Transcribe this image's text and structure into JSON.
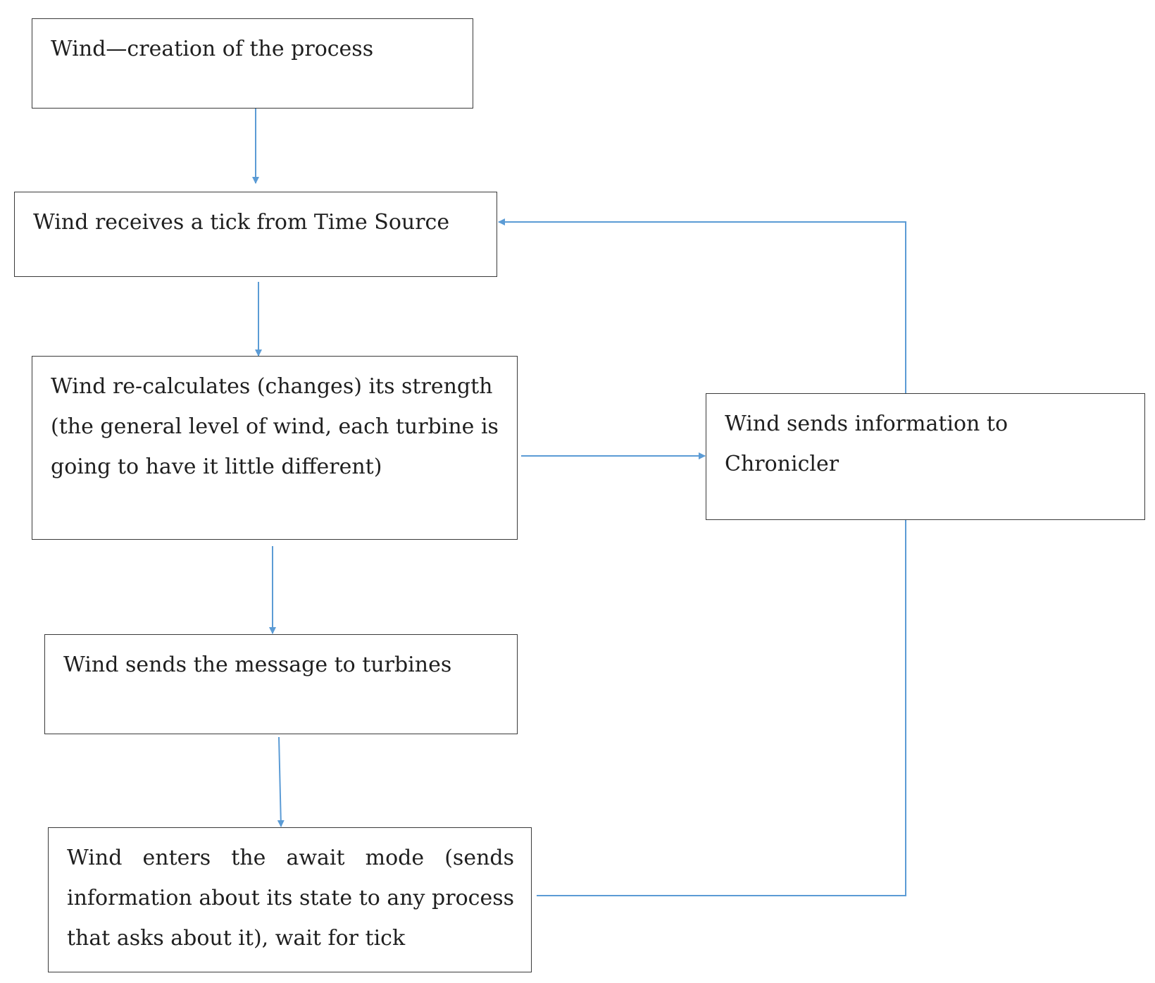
{
  "diagram": {
    "line_color": "#5b9bd5",
    "box_border_color": "#3a3a3a",
    "nodes": [
      {
        "id": "create",
        "label": "Wind—creation of the process"
      },
      {
        "id": "tick",
        "label": "Wind receives a tick from Time Source"
      },
      {
        "id": "recalc",
        "label": "Wind re-calculates (changes) its strength (the general level of wind, each turbine is going to have it little different)"
      },
      {
        "id": "turbines",
        "label": "Wind sends the message to turbines"
      },
      {
        "id": "await",
        "label": "Wind enters the await mode (sends information about its state to any process that asks about it), wait for tick"
      },
      {
        "id": "chronicler",
        "label": "Wind sends information to Chronicler"
      }
    ],
    "edges": [
      {
        "from": "create",
        "to": "tick"
      },
      {
        "from": "tick",
        "to": "recalc"
      },
      {
        "from": "recalc",
        "to": "turbines"
      },
      {
        "from": "turbines",
        "to": "await"
      },
      {
        "from": "recalc",
        "to": "chronicler"
      },
      {
        "from": "chronicler",
        "to": "tick"
      },
      {
        "from": "await",
        "to": "chronicler"
      }
    ]
  }
}
